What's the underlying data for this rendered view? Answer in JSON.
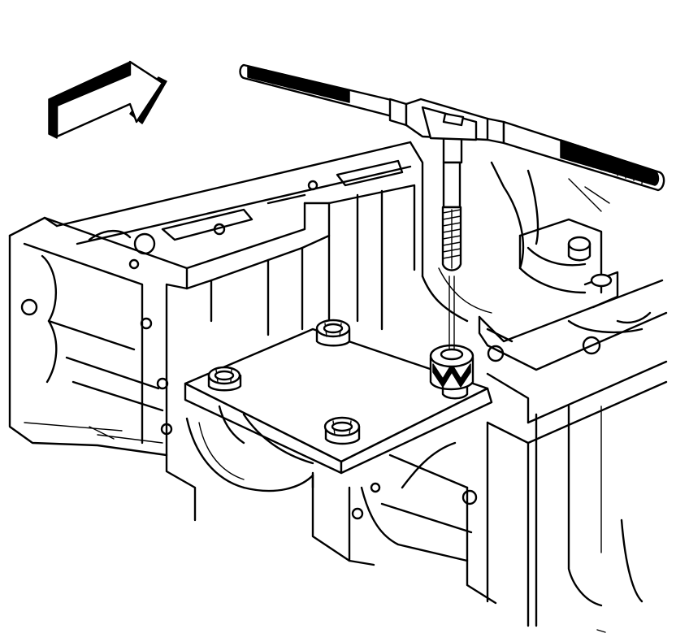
{
  "figure": {
    "background": "#ffffff",
    "line_color": "#000000",
    "components": [
      {
        "name": "direction-arrow-icon",
        "role": "orientation indicator"
      },
      {
        "name": "tap-wrench-icon",
        "role": "T-handle tap wrench"
      },
      {
        "name": "thread-tap-icon",
        "role": "thread tap"
      },
      {
        "name": "fixture-plate-icon",
        "role": "bolted fixture plate"
      },
      {
        "name": "guide-bushing-icon",
        "role": "tap guide bushing"
      },
      {
        "name": "engine-block-icon",
        "role": "cylinder block lower face"
      }
    ]
  }
}
